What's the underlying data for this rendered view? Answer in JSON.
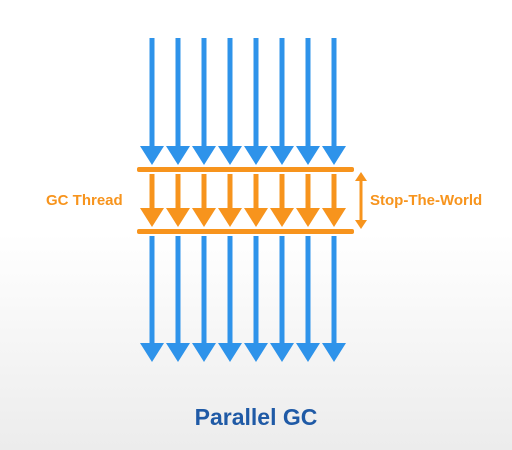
{
  "diagram": {
    "gc_thread_label": "GC Thread",
    "stop_the_world_label": "Stop-The-World",
    "title": "Parallel GC",
    "application_thread_count": 8,
    "gc_thread_count": 8,
    "colors": {
      "application_thread": "#2e93ea",
      "gc_thread": "#f7941d",
      "title": "#1f5aa6",
      "background": "#ffffff"
    },
    "icons": [
      "down-arrow-icon",
      "double-headed-arrow-icon"
    ]
  }
}
